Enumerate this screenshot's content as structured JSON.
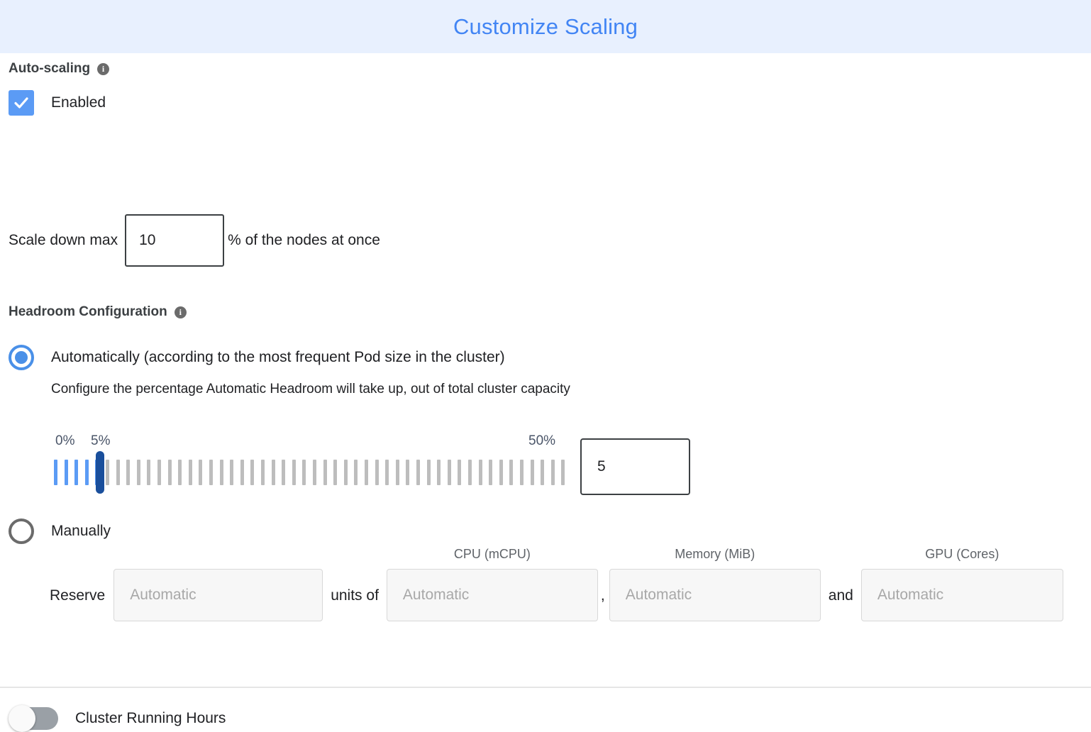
{
  "header": {
    "title": "Customize Scaling",
    "background_color": "#e8f0fe",
    "title_color": "#4285f4"
  },
  "autoscaling": {
    "section_label": "Auto-scaling",
    "info_glyph": "i",
    "checkbox_label": "Enabled",
    "checkbox_checked": true,
    "accent_color": "#5b9bf5"
  },
  "scale_down": {
    "prefix_label": "Scale down max",
    "value": "10",
    "suffix_label": "% of the nodes at once"
  },
  "headroom": {
    "section_label": "Headroom Configuration",
    "info_glyph": "i",
    "option_auto_label": "Automatically (according to the most frequent Pod size in the cluster)",
    "option_auto_selected": true,
    "auto_description": "Configure the percentage Automatic Headroom will take up, out of total cluster capacity",
    "option_manual_label": "Manually",
    "option_manual_selected": false,
    "slider": {
      "min_label": "0%",
      "value_label": "5%",
      "max_label": "50%",
      "min": 0,
      "max": 50,
      "value": 5,
      "tick_count": 50,
      "value_input": "5",
      "active_color": "#5b9bf5",
      "inactive_color": "#bdbdbd",
      "handle_color": "#1a4f9c"
    },
    "manual_form": {
      "reserve_label": "Reserve",
      "reserve_placeholder": "Automatic",
      "reserve_value": "",
      "units_of_label": "units of",
      "cpu_caption": "CPU (mCPU)",
      "cpu_placeholder": "Automatic",
      "cpu_value": "",
      "comma_label": ",",
      "memory_caption": "Memory (MiB)",
      "memory_placeholder": "Automatic",
      "memory_value": "",
      "and_label": "and",
      "gpu_caption": "GPU (Cores)",
      "gpu_placeholder": "Automatic",
      "gpu_value": ""
    }
  },
  "cluster_running_hours": {
    "label": "Cluster Running Hours",
    "enabled": false
  }
}
